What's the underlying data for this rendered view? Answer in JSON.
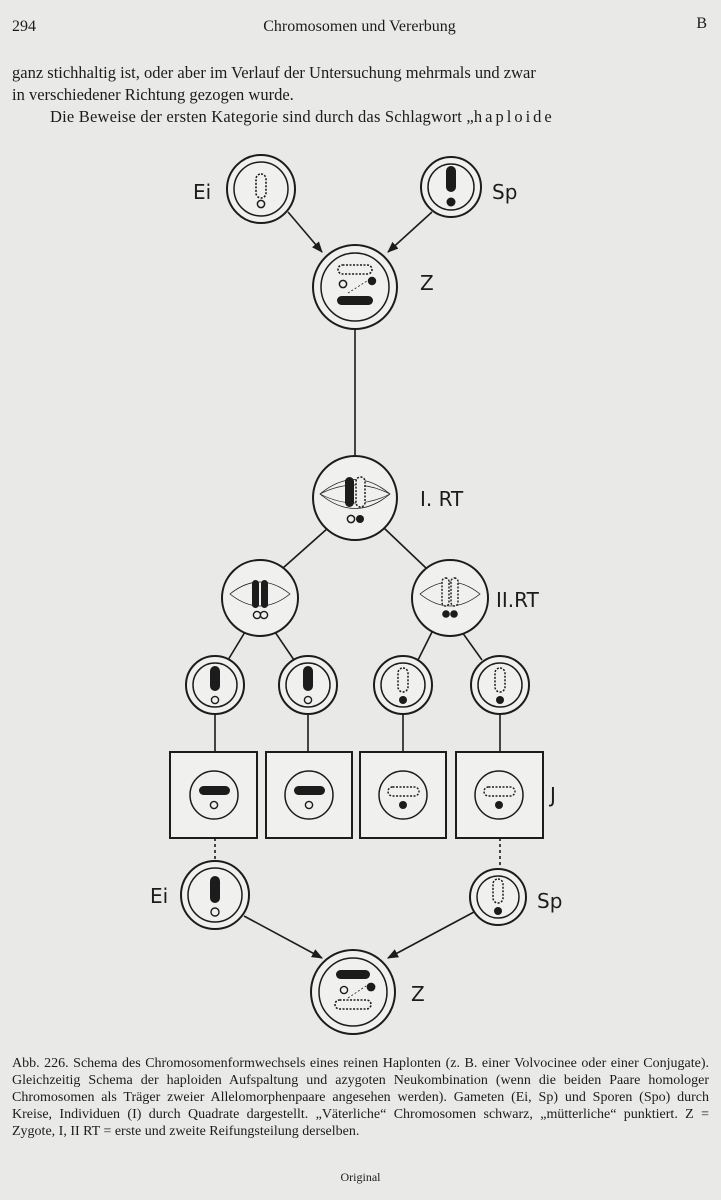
{
  "header": {
    "page_number": "294",
    "running_title": "Chromosomen und Vererbung",
    "signature": "B"
  },
  "intro": {
    "line1": "ganz stichhaltig ist, oder aber im Verlauf der Untersuchung mehrmals und zwar",
    "line2": "in verschiedener Richtung gezogen wurde.",
    "line3_start": "Die Beweise der ersten Kategorie sind durch das Schlagwort „",
    "line3_spaced": "haploide"
  },
  "figure": {
    "labels": {
      "egg_top": "Ei",
      "sperm_top": "Sp",
      "zygote_top": "Z",
      "first_division": "I. RT",
      "second_division": "II.RT",
      "individuals": "J",
      "egg_bottom": "Ei",
      "sperm_bottom": "Sp",
      "zygote_bottom": "Z"
    }
  },
  "caption": {
    "label": "Abb. 226.",
    "text": "Schema des Chromosomenformwechsels eines reinen Haplonten (z. B. einer Volvocinee oder einer Conjugate). Gleichzeitig Schema der haploiden Aufspaltung und azygoten Neukombination (wenn die beiden Paare homologer Chromosomen als Träger zweier Allelomorphenpaare angesehen werden). Gameten (Ei, Sp) und Sporen (Spo) durch Kreise, Individuen (I) durch Quadrate dargestellt. „Väterliche“ Chromosomen schwarz, „mütterliche“ punktiert. Z = Zygote, I, II RT = erste und zweite Reifungsteilung derselben.",
    "source": "Original"
  }
}
